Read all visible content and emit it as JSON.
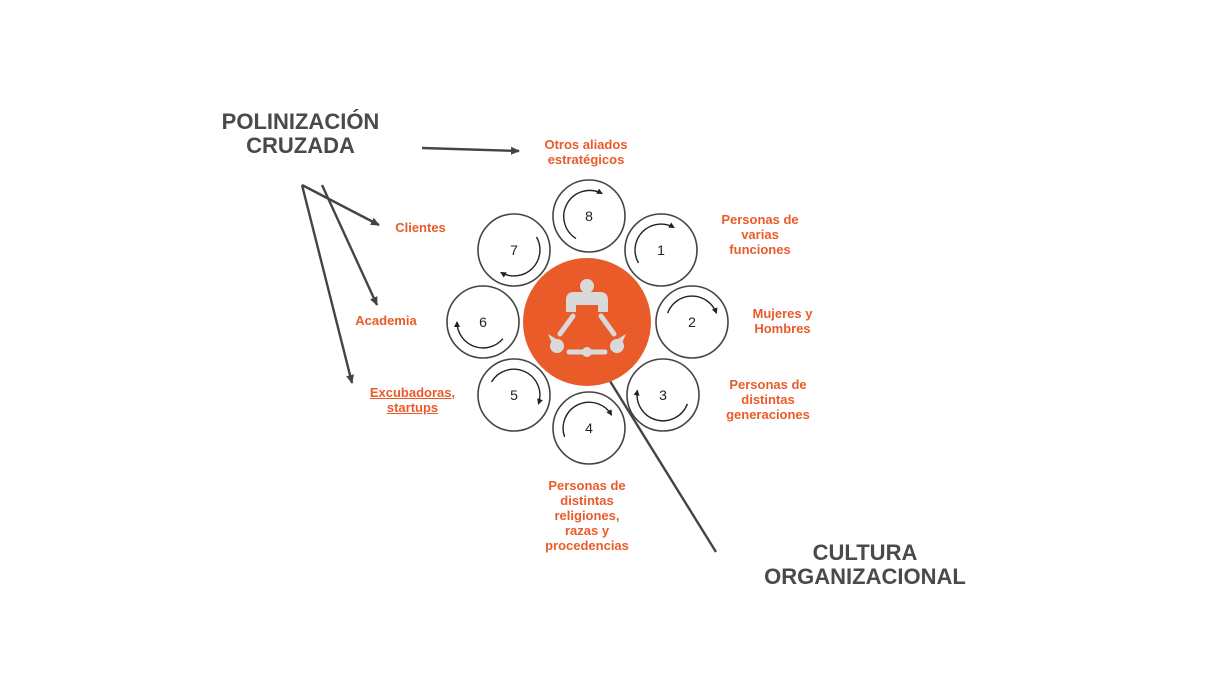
{
  "title": {
    "polinizacion": "POLINIZACIÓN\nCRUZADA",
    "cultura": "CULTURA\nORGANIZACIONAL"
  },
  "left_labels": {
    "clientes": "Clientes",
    "academia": "Academia",
    "excubadoras": "Excubadoras,\nstartups"
  },
  "ring_labels": {
    "aliados": "Otros aliados\nestratégicos",
    "funciones": "Personas de\nvarias\nfunciones",
    "mujeres": "Mujeres y\nHombres",
    "generaciones": "Personas de\ndistintas\ngeneraciones",
    "religiones": "Personas de\ndistintas\nreligiones,\nrazas y\nprocedencias"
  },
  "circles": [
    "1",
    "2",
    "3",
    "4",
    "5",
    "6",
    "7",
    "8"
  ],
  "colors": {
    "accent": "#ea5b2a",
    "heading": "#4a4a4a",
    "stroke": "#444444"
  },
  "center_icon": "team-collaboration-icon"
}
